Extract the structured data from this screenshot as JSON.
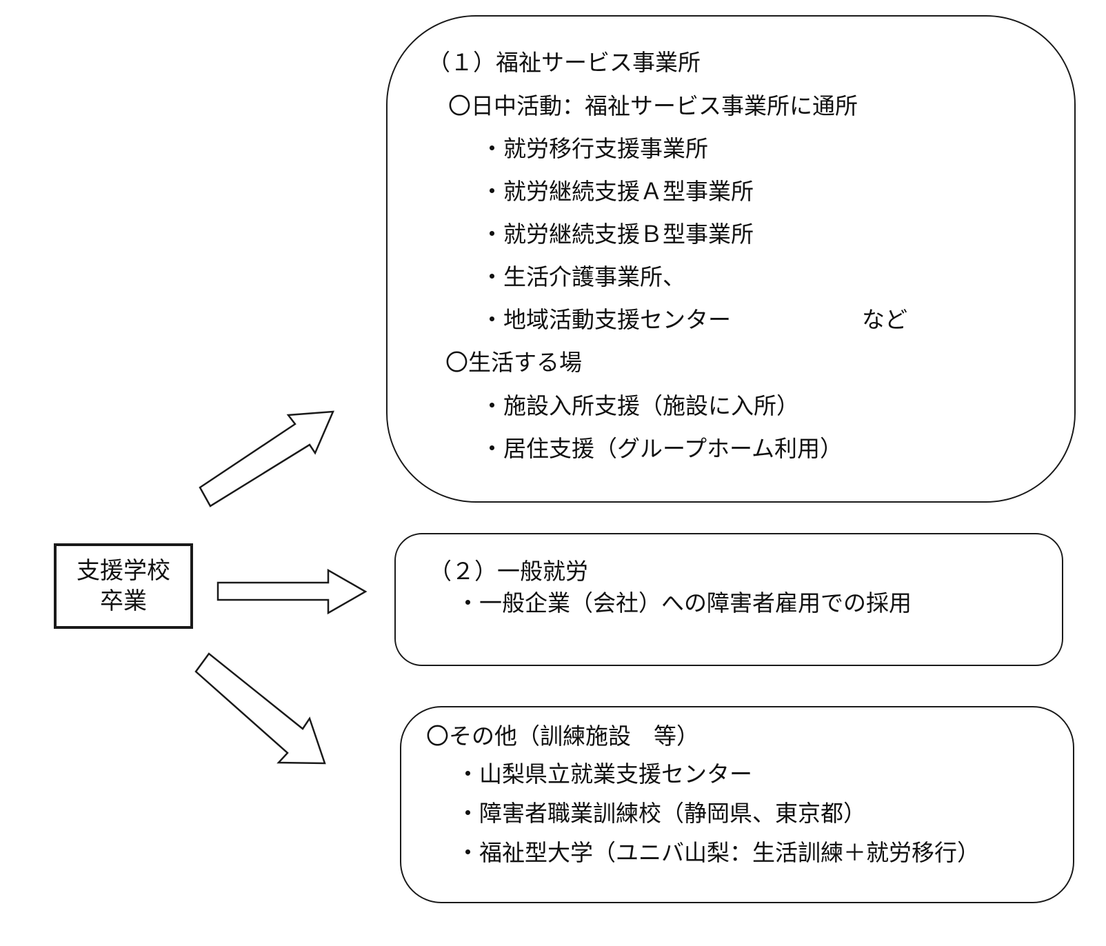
{
  "source": {
    "line1": "支援学校",
    "line2": "卒業"
  },
  "welfare": {
    "heading": "（１）福祉サービス事業所",
    "day_heading": "〇日中活動：福祉サービス事業所に通所",
    "day_items": [
      "・就労移行支援事業所",
      "・就労継続支援Ａ型事業所",
      "・就労継続支援Ｂ型事業所",
      "・生活介護事業所、",
      "・地域活動支援センター"
    ],
    "day_suffix": "など",
    "living_heading": "〇生活する場",
    "living_items": [
      "・施設入所支援（施設に入所）",
      "・居住支援（グループホーム利用）"
    ]
  },
  "employment": {
    "heading": "（２）一般就労",
    "item": "・一般企業（会社）への障害者雇用での採用"
  },
  "other": {
    "heading": "〇その他（訓練施設　等）",
    "items": [
      "・山梨県立就業支援センター",
      "・障害者職業訓練校（静岡県、東京都）",
      "・福祉型大学（ユニバ山梨：生活訓練＋就労移行）"
    ]
  }
}
